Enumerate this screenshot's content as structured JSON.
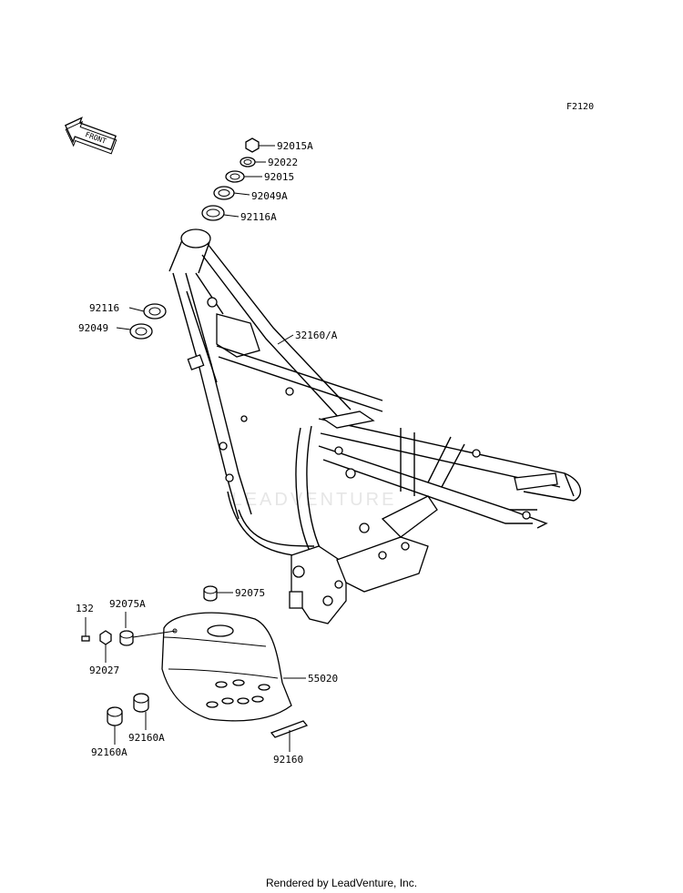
{
  "sheet_id": "F2120",
  "front_label": "FRONT",
  "footer": "Rendered by LeadVenture, Inc.",
  "watermark": "LEADVENTURE",
  "callouts": {
    "p92015A": "92015A",
    "p92022": "92022",
    "p92015": "92015",
    "p92049A": "92049A",
    "p92116A": "92116A",
    "p92116": "92116",
    "p92049": "92049",
    "p32160A": "32160/A",
    "p92075": "92075",
    "p132": "132",
    "p92075A": "92075A",
    "p92027": "92027",
    "p55020": "55020",
    "p92160A_1": "92160A",
    "p92160A_2": "92160A",
    "p92160": "92160"
  }
}
